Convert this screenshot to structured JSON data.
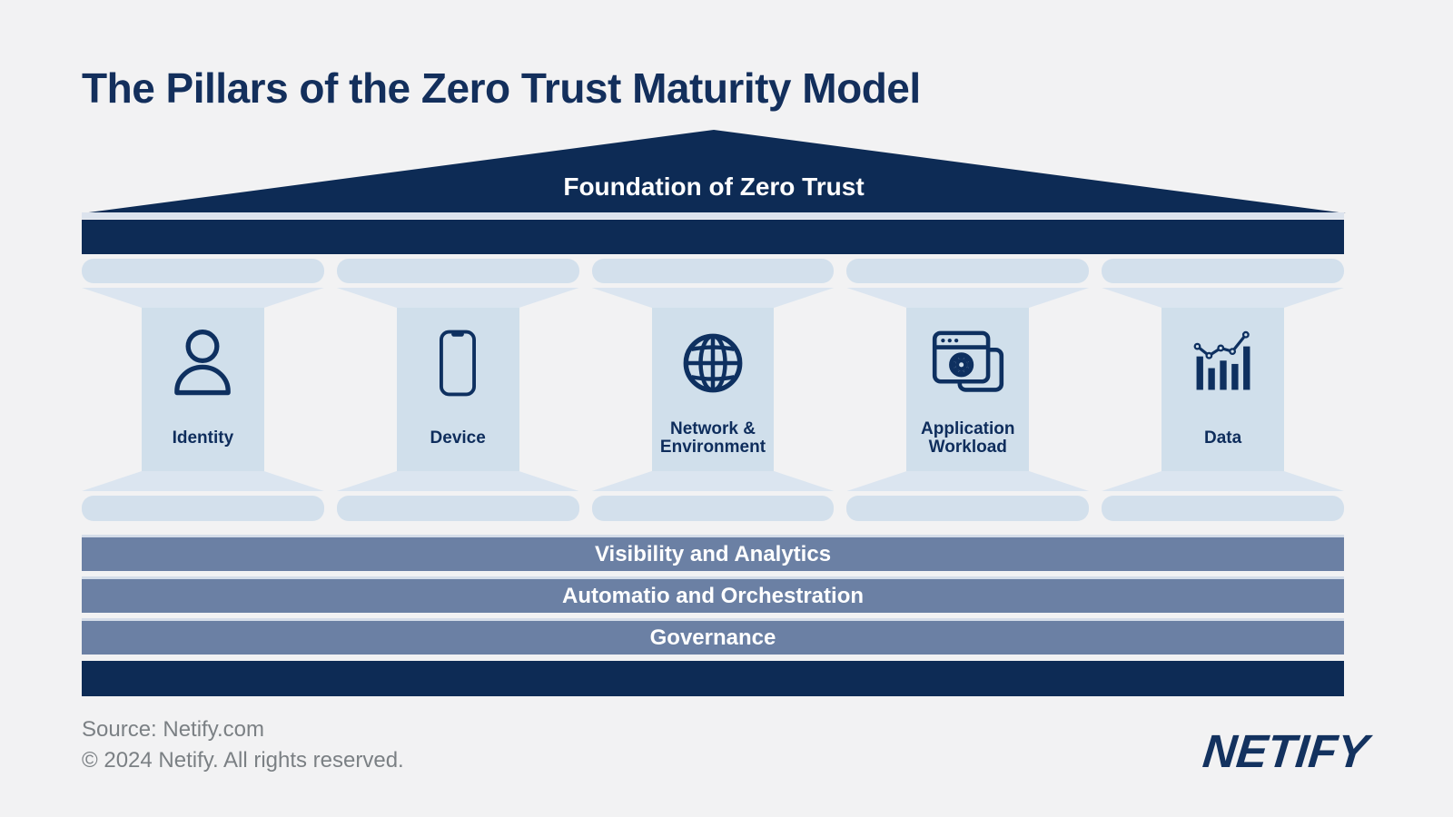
{
  "title": "The Pillars of the Zero Trust Maturity Model",
  "roof": {
    "label": "Foundation of Zero Trust"
  },
  "pillars": [
    {
      "label": "Identity",
      "icon": "person-icon"
    },
    {
      "label": "Device",
      "icon": "smartphone-icon"
    },
    {
      "label": "Network & Environment",
      "icon": "globe-icon"
    },
    {
      "label": "Application Workload",
      "icon": "app-window-gear-icon"
    },
    {
      "label": "Data",
      "icon": "bar-chart-icon"
    }
  ],
  "layers": [
    {
      "label": "Visibility and Analytics"
    },
    {
      "label": "Automatio and Orchestration"
    },
    {
      "label": "Governance"
    }
  ],
  "footer": {
    "source": "Source: Netify.com",
    "copyright": "© 2024 Netify. All rights reserved.",
    "brand": "NETIFY"
  },
  "colors": {
    "background": "#f2f2f3",
    "navy": "#0d2b55",
    "title_text": "#132f5c",
    "pillar_capital": "#d3e0ec",
    "pillar_trapezoid": "#dbe5f0",
    "pillar_shaft": "#d0dfeb",
    "layer_bar": "#6b80a4",
    "icon_stroke": "#0e3060",
    "footer_text": "#7b8084"
  }
}
